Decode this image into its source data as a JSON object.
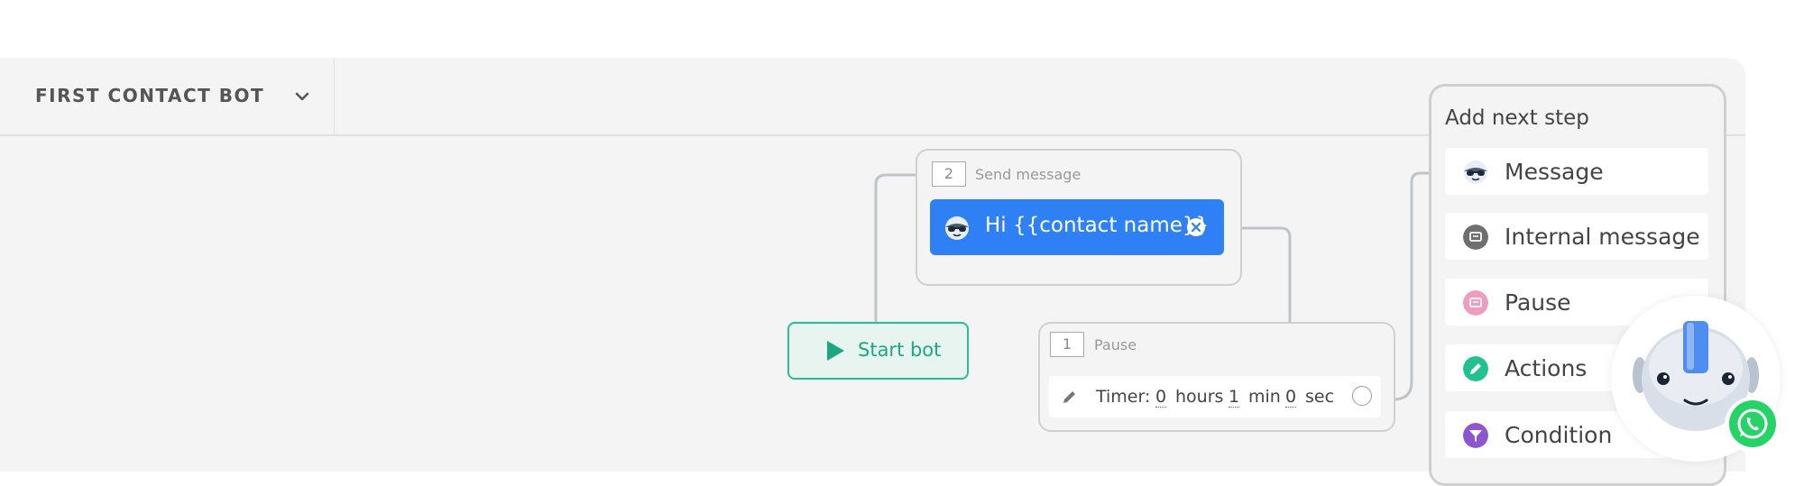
{
  "header": {
    "bot_name": "FIRST CONTACT BOT"
  },
  "send_message_node": {
    "number": "2",
    "title": "Send message",
    "message_text": "Hi {{contact name}}"
  },
  "start_button": {
    "label": "Start bot"
  },
  "pause_node": {
    "number": "1",
    "title": "Pause",
    "timer_label": "Timer:",
    "hours_value": "0",
    "hours_unit": "hours",
    "min_value": "1",
    "min_unit": "min",
    "sec_value": "0",
    "sec_unit": "sec"
  },
  "next_step_panel": {
    "title": "Add next step",
    "items": [
      {
        "label": "Message",
        "icon": "sunglasses-emoji-icon"
      },
      {
        "label": "Internal message",
        "icon": "internal-message-icon"
      },
      {
        "label": "Pause",
        "icon": "pause-icon"
      },
      {
        "label": "Actions",
        "icon": "pencil-icon"
      },
      {
        "label": "Condition",
        "icon": "filter-icon"
      }
    ]
  },
  "colors": {
    "accent_blue": "#2f80f5",
    "start_green": "#29be96",
    "canvas_bg": "#f4f4f4",
    "internal_icon": "#6f6f6f",
    "pause_icon": "#f09bc0",
    "actions_icon": "#22c192",
    "condition_icon": "#8e55d0",
    "whatsapp": "#25d366"
  }
}
